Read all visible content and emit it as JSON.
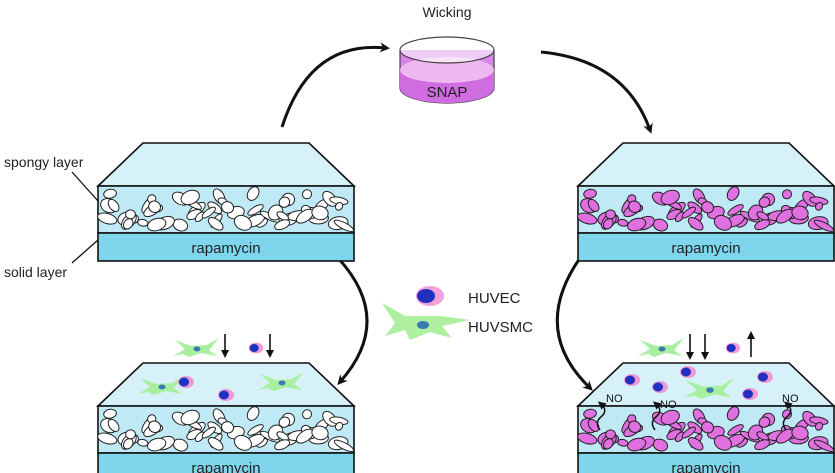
{
  "title_top": "Wicking",
  "dish_label": "SNAP",
  "layer_label": "rapamycin",
  "annotations": {
    "spongy": "spongy layer",
    "solid": "solid layer"
  },
  "legend": {
    "huvec": "HUVEC",
    "huvsmc": "HUVSMC"
  },
  "no_label": "NO",
  "colors": {
    "top_face": "#d6f2f8",
    "spongy_bg": "#bfeaf5",
    "solid": "#7fd6ec",
    "pore_pink": "#e070e0",
    "dish_liquid": "#d07ae0",
    "smc": "#a8f0a0",
    "huvec_outer": "#f08ad0",
    "huvec_nucleus": "#2030c0"
  }
}
